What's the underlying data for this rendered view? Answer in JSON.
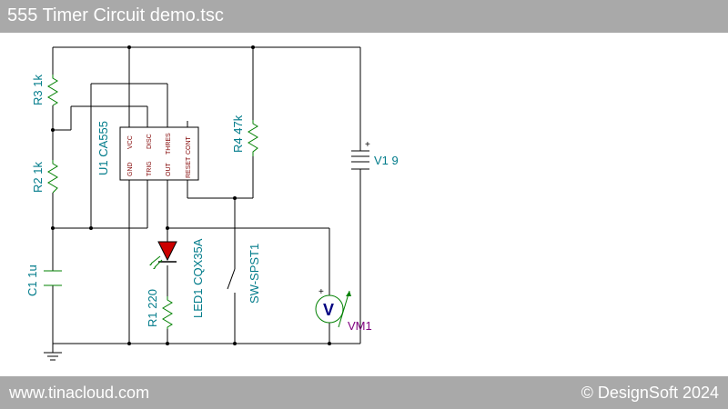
{
  "window": {
    "title": "555 Timer Circuit demo.tsc"
  },
  "footer": {
    "site": "www.tinacloud.com",
    "copyright": "© DesignSoft 2024"
  },
  "colors": {
    "wire": "#000000",
    "part": "#008000",
    "label": "#007b8a",
    "pin_label": "#800000",
    "led": "#cc0000",
    "meter_label": "#800080",
    "meter_glyph": "#000080",
    "bar": "#a9a9a9"
  },
  "components": {
    "r3": {
      "label": "R3 1k"
    },
    "r2": {
      "label": "R2 1k"
    },
    "c1": {
      "label": "C1 1u"
    },
    "u1": {
      "label": "U1 CA555",
      "pins": {
        "gnd": "GND",
        "vcc": "VCC",
        "trig": "TRIG",
        "disc": "DISC",
        "out": "OUT",
        "thres": "THRES",
        "reset": "RESET",
        "cont": "CONT"
      }
    },
    "r4": {
      "label": "R4 47k"
    },
    "v1": {
      "label": "V1 9",
      "plus": "+"
    },
    "led1": {
      "label": "LED1 CQX35A"
    },
    "r1": {
      "label": "R1 220"
    },
    "sw": {
      "label": "SW-SPST1"
    },
    "vm1": {
      "label": "VM1",
      "glyph": "V",
      "plus": "+"
    }
  }
}
